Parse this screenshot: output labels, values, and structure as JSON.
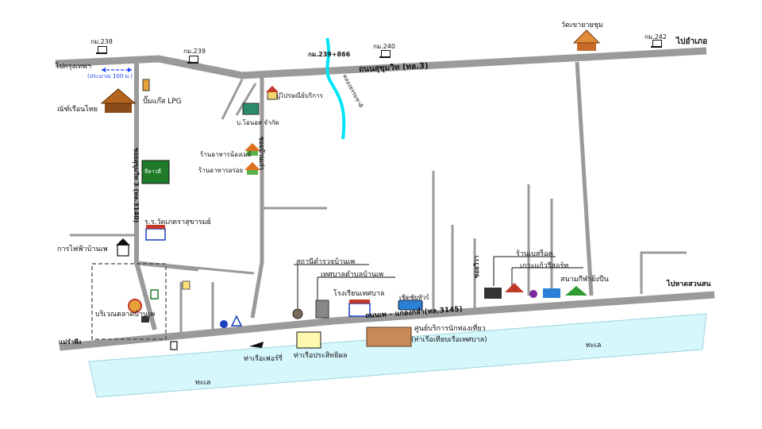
{
  "colors": {
    "road": "#9a9a9a",
    "sea": "#d6f7fb",
    "river": "#00e5f5",
    "field": "#1e7b27",
    "label_line": "#111111"
  },
  "roads": {
    "sukhumvit": "ถนนสุขุมวิท (ทล.3)",
    "phe_klaeng": "ถนนเพ – แกลงกล่ำ(ทล.3145)",
    "soi_sukhumvit3": "ซอยสุขุมวิท 3 (ทล.3140)",
    "soi_kao": "ซอยบ้านเก่า",
    "soi_wiwa": "ซอยวิวา",
    "to_amphoe": "ไปอำเภอ",
    "to_krungthep": "ไปกรุงเทพฯ",
    "to_maeramphueng": "แม่รำพึง",
    "to_suanson": "ไปหาดสวนสน"
  },
  "scale": "(ประมาณ 100 ม.)",
  "kilometer_markers": [
    "กม.238",
    "กม.239",
    "กม.239+866",
    "กม.240",
    "กม.242"
  ],
  "river_label": "คลองธรรมชาติ",
  "places": {
    "wat_khao": "วัดเขายายชุม",
    "ruean_thai": "ณัฑ์เรือนไทย",
    "lpg": "ปั๊มแก๊ส LPG",
    "post_office": "ปู่ไปรษณีย์บริการ",
    "company": "บ.โอนอส จำกัด",
    "restaurant1": "ร้านอาหารน้องเมย์",
    "restaurant2": "ร้านอาหารอร่อย",
    "field": "ลีลาวดี",
    "school_wat": "ร.ร.วัดเภตราสุขารมย์",
    "electricity": "การไฟฟ้าบ้านเพ",
    "market": "บริเวณตลาดบ้านเพ",
    "police": "สถานีตำรวจบ้านเพ",
    "municipality": "เทศบาลตำบลบ้านเพ",
    "municipal_school": "โรงเรียนเทศบาล",
    "bus": "เชิดชัยทัวร์",
    "pier_ferry": "ท่าเรือเฟอร์รี่",
    "pier_prasit": "ท่าเรือประสิทธิผล",
    "tourist_center": "ศูนย์บริการนักท่องเที่ยว",
    "tourist_center_sub": "(ท่าเรือเทียบเรือเทศบาล)",
    "resort1": "ร้านเบสร็อค",
    "resort2": "เกาะแก้วรีสอร์ท",
    "stadium": "สนามกีฬายิงปืน",
    "sea1": "ทะเล",
    "sea2": "ทะเล"
  }
}
